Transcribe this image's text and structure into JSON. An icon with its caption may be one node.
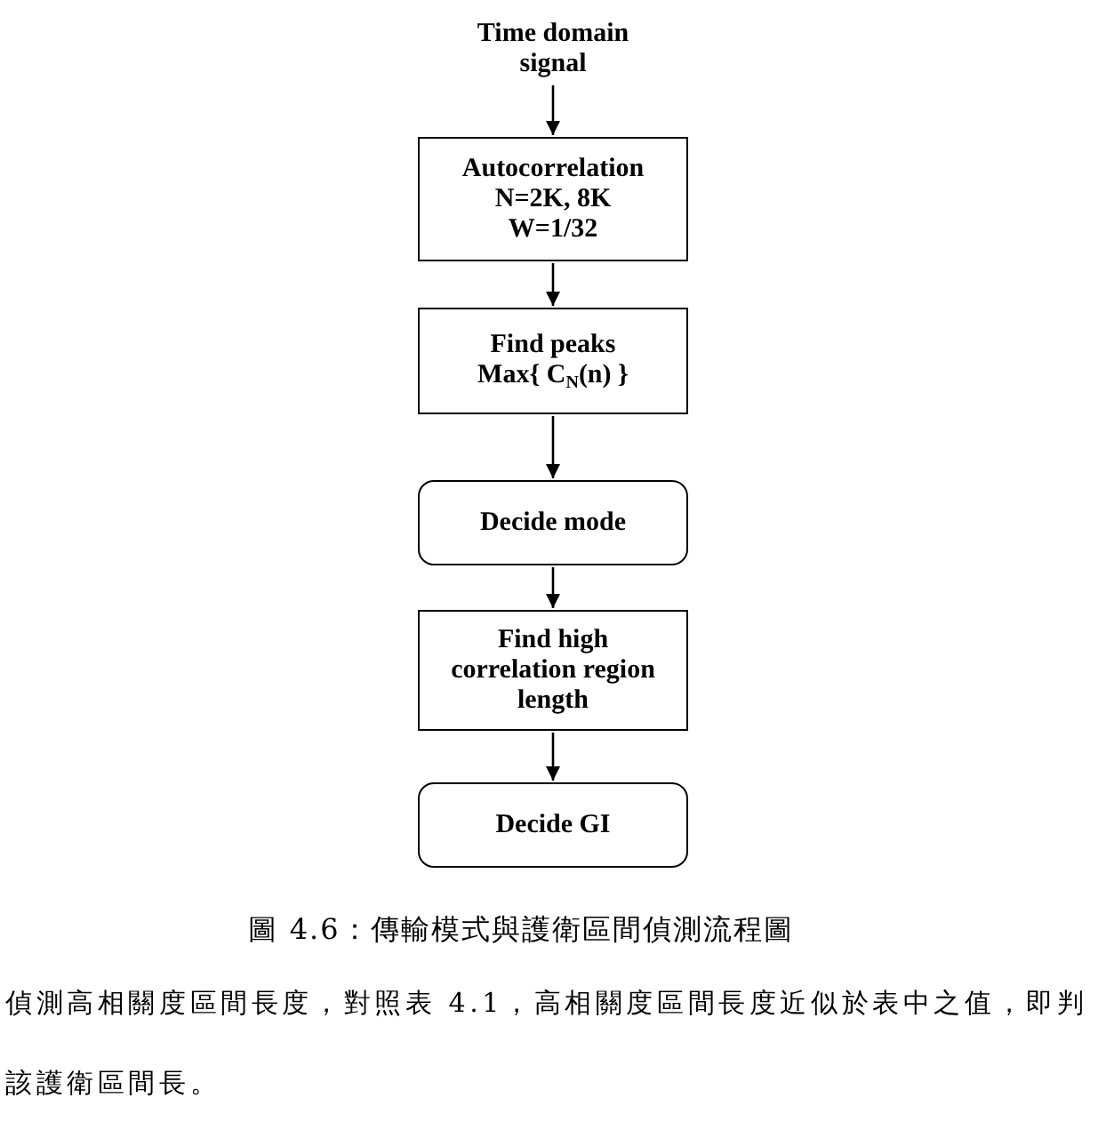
{
  "diagram": {
    "caption": "圖 4.6：傳輸模式與護衛區間偵測流程圖",
    "nodes": [
      {
        "text": [
          "Time domain signal"
        ]
      },
      {
        "text": [
          "Autocorrelation",
          "N=2K, 8K",
          "W=1/32"
        ]
      },
      {
        "text": [
          "Find peaks",
          "Max{ C$_{N}$(n) }"
        ]
      },
      {
        "text": [
          "Decide mode"
        ]
      },
      {
        "text": [
          "Find high correlation region length"
        ]
      },
      {
        "text": [
          "Decide GI"
        ]
      }
    ],
    "edges": [
      {
        "from": 0,
        "to": 1,
        "arrow": "to"
      },
      {
        "from": 1,
        "to": 2,
        "arrow": "to"
      },
      {
        "from": 2,
        "to": 3,
        "arrow": "to"
      },
      {
        "from": 3,
        "to": 4,
        "arrow": "to"
      },
      {
        "from": 4,
        "to": 5,
        "arrow": "to"
      }
    ],
    "labels": [
      "偵測高相關度區間長度，對照表 4.1，高相關度區間長度近似於表中之值，即判該護衛區間長。"
    ]
  }
}
